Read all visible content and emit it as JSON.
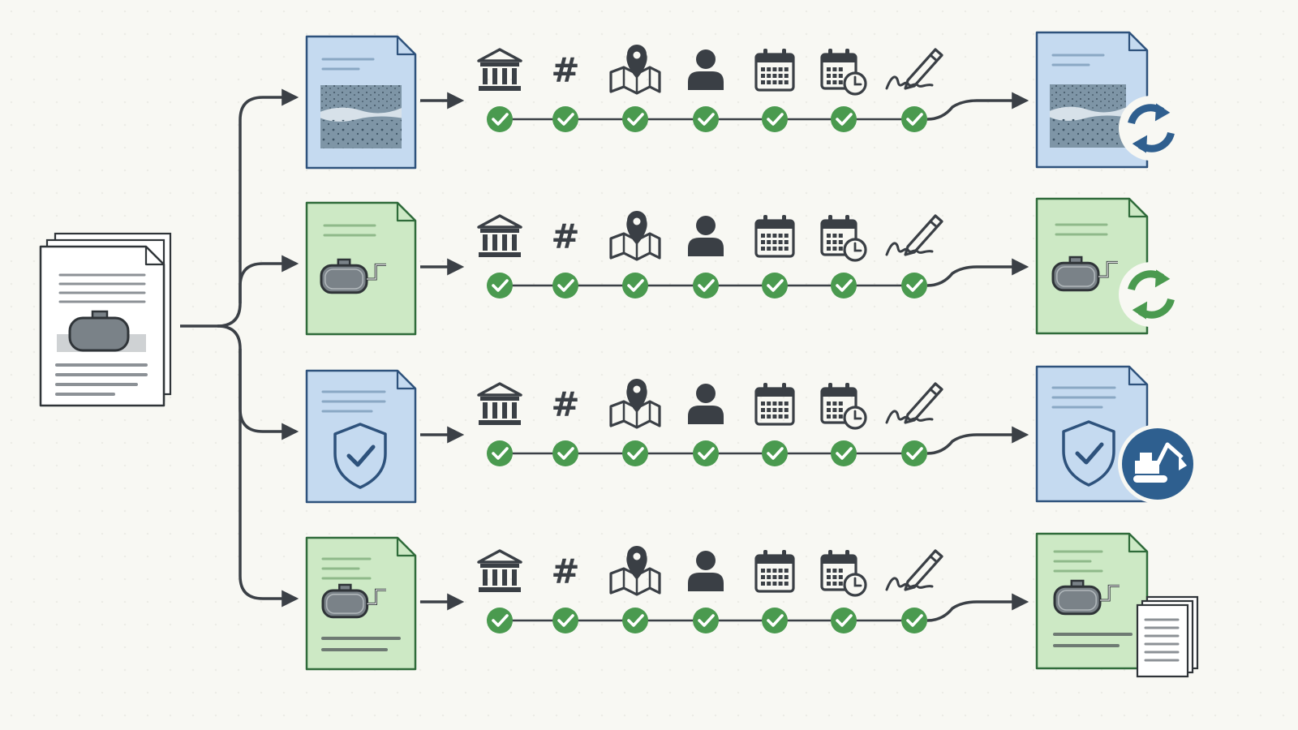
{
  "colors": {
    "background": "#f8f8f3",
    "blue_doc_fill": "#c5daf0",
    "blue_doc_stroke": "#2e527c",
    "green_doc_fill": "#cde9c5",
    "green_doc_stroke": "#2f6b3a",
    "connector": "#3b4046",
    "icon_dark": "#3a3f45",
    "check_green": "#4a9a4f",
    "refresh_blue": "#2f5f8f",
    "refresh_green": "#4a9a4f",
    "excavator_circle": "#2e5f8f"
  },
  "source_document": {
    "icon": "multi-page-document-with-tank-icon",
    "color": "white"
  },
  "rows": [
    {
      "input_document": {
        "color": "blue",
        "icon": "soil-layers-icon"
      },
      "output_document": {
        "color": "blue",
        "icon": "soil-layers-icon",
        "badge": "refresh-icon",
        "badge_color": "blue"
      }
    },
    {
      "input_document": {
        "color": "green",
        "icon": "storage-tank-icon"
      },
      "output_document": {
        "color": "green",
        "icon": "storage-tank-icon",
        "badge": "refresh-icon",
        "badge_color": "green"
      }
    },
    {
      "input_document": {
        "color": "blue",
        "icon": "shield-check-icon"
      },
      "output_document": {
        "color": "blue",
        "icon": "shield-check-icon",
        "badge": "excavator-icon",
        "badge_color": "blue"
      }
    },
    {
      "input_document": {
        "color": "green",
        "icon": "storage-tank-icon"
      },
      "output_document": {
        "color": "green",
        "icon": "storage-tank-icon",
        "badge": "document-copies-icon",
        "badge_color": "white"
      }
    }
  ],
  "checklist_steps": [
    {
      "icon": "government-building-icon",
      "symbol": ""
    },
    {
      "icon": "hash-icon",
      "symbol": "#"
    },
    {
      "icon": "map-pin-icon",
      "symbol": ""
    },
    {
      "icon": "person-icon",
      "symbol": ""
    },
    {
      "icon": "calendar-icon",
      "symbol": ""
    },
    {
      "icon": "calendar-clock-icon",
      "symbol": ""
    },
    {
      "icon": "pen-signature-icon",
      "symbol": ""
    }
  ]
}
